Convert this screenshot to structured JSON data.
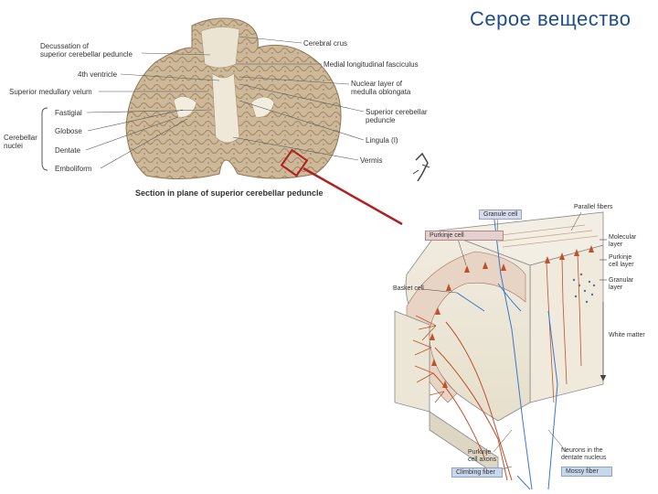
{
  "slide": {
    "title": "Серое вещество"
  },
  "cerebellum_section": {
    "caption": "Section in plane of superior cerebellar peduncle",
    "left_labels": [
      "Decussation of",
      "superior cerebellar peduncle",
      "4th ventricle",
      "Superior medullary velum",
      "Fastigial",
      "Globose",
      "Dentate",
      "Emboliform"
    ],
    "nuclei_bracket_label": [
      "Cerebellar",
      "nuclei"
    ],
    "right_labels": [
      "Cerebral crus",
      "Medial longitudinal fasciculus",
      "Nuclear layer of",
      "medulla oblongata",
      "Superior cerebellar",
      "peduncle",
      "Lingula (I)",
      "Vermis"
    ]
  },
  "cortex_diagram": {
    "box_labels": {
      "granule_cell": "Granule cell",
      "purkinje_cell": "Purkinje cell",
      "climbing_fiber": "Climbing fiber",
      "mossy_fiber": "Mossy fiber"
    },
    "labels": {
      "parallel_fibers": "Parallel fibers",
      "basket_cell": "Basket cell",
      "molecular_layer": [
        "Molecular",
        "layer"
      ],
      "purkinje_cell_layer": [
        "Purkinje",
        "cell layer"
      ],
      "granular_layer": [
        "Granular",
        "layer"
      ],
      "white_matter": "White matter",
      "purkinje_axons": [
        "Purkinje",
        "cell axons"
      ],
      "neurons_dentate": [
        "Neurons in the",
        "dentate nucleus"
      ]
    }
  },
  "colors": {
    "title": "#1f4e8c",
    "tissue": "#cdb89a",
    "arrow": "#b02020",
    "purkinje": "#c0502a",
    "fiber_blue": "#3a78c8"
  }
}
